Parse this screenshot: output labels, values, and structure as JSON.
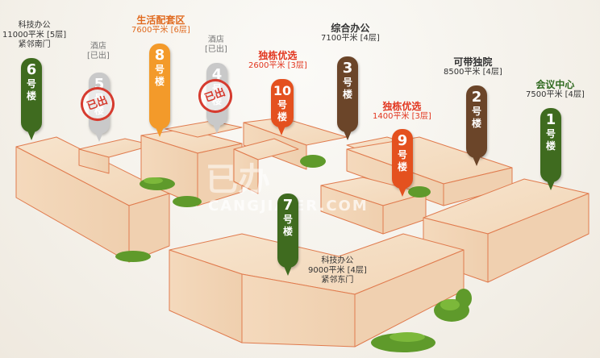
{
  "buildings": {
    "b6": {
      "num": "6",
      "chars": [
        "号",
        "楼"
      ],
      "name": "科技办公",
      "area": "11000平米 [5层]",
      "note": "紧邻南门",
      "color": "#3f6b1f"
    },
    "b5": {
      "num": "5",
      "chars": [
        "号",
        "楼"
      ],
      "name": "酒店",
      "status": "[已出]",
      "stamp": "已出",
      "color": "#c9c9c9"
    },
    "b8": {
      "num": "8",
      "chars": [
        "号",
        "楼"
      ],
      "name": "生活配套区",
      "area": "7600平米 [6层]",
      "color": "#f39a2a"
    },
    "b4": {
      "num": "4",
      "chars": [
        "号",
        "楼"
      ],
      "name": "酒店",
      "status": "[已出]",
      "stamp": "已出",
      "color": "#c9c9c9"
    },
    "b10": {
      "num": "10",
      "chars": [
        "号",
        "楼"
      ],
      "name": "独栋优选",
      "area": "2600平米 [3层]",
      "color": "#e4511f"
    },
    "b3": {
      "num": "3",
      "chars": [
        "号",
        "楼"
      ],
      "name": "综合办公",
      "area": "7100平米 [4层]",
      "color": "#6b4529"
    },
    "b9": {
      "num": "9",
      "chars": [
        "号",
        "楼"
      ],
      "name": "独栋优选",
      "area": "1400平米 [3层]",
      "color": "#e4511f"
    },
    "b2": {
      "num": "2",
      "chars": [
        "号",
        "楼"
      ],
      "name": "可带独院",
      "area": "8500平米 [4层]",
      "color": "#6b4529"
    },
    "b1": {
      "num": "1",
      "chars": [
        "号",
        "楼"
      ],
      "name": "会议中心",
      "area": "7500平米 [4层]",
      "color": "#3f6b1f"
    },
    "b7": {
      "num": "7",
      "chars": [
        "号",
        "楼"
      ],
      "name": "科技办公",
      "area": "9000平米 [4层]",
      "note": "紧邻东门",
      "color": "#3f6b1f"
    }
  },
  "watermark": "CANGJIAIER.COM",
  "watermark_logo": "已办"
}
